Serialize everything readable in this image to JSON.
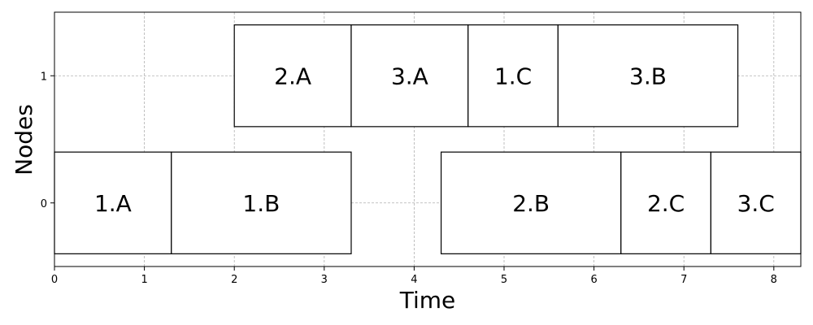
{
  "chart_data": {
    "type": "gantt",
    "title": "",
    "xlabel": "Time",
    "ylabel": "Nodes",
    "xlim": [
      0,
      8.3
    ],
    "ylim": [
      -0.5,
      1.5
    ],
    "xticks": [
      0,
      1,
      2,
      3,
      4,
      5,
      6,
      7,
      8
    ],
    "yticks": [
      0,
      1
    ],
    "grid": true,
    "bar_height": 0.8,
    "tasks": [
      {
        "label": "1.A",
        "node": 0,
        "start": 0.0,
        "end": 1.3
      },
      {
        "label": "1.B",
        "node": 0,
        "start": 1.3,
        "end": 3.3
      },
      {
        "label": "2.B",
        "node": 0,
        "start": 4.3,
        "end": 6.3
      },
      {
        "label": "2.C",
        "node": 0,
        "start": 6.3,
        "end": 7.3
      },
      {
        "label": "3.C",
        "node": 0,
        "start": 7.3,
        "end": 8.3
      },
      {
        "label": "2.A",
        "node": 1,
        "start": 2.0,
        "end": 3.3
      },
      {
        "label": "3.A",
        "node": 1,
        "start": 3.3,
        "end": 4.6
      },
      {
        "label": "1.C",
        "node": 1,
        "start": 4.6,
        "end": 5.6
      },
      {
        "label": "3.B",
        "node": 1,
        "start": 5.6,
        "end": 7.6
      }
    ]
  }
}
